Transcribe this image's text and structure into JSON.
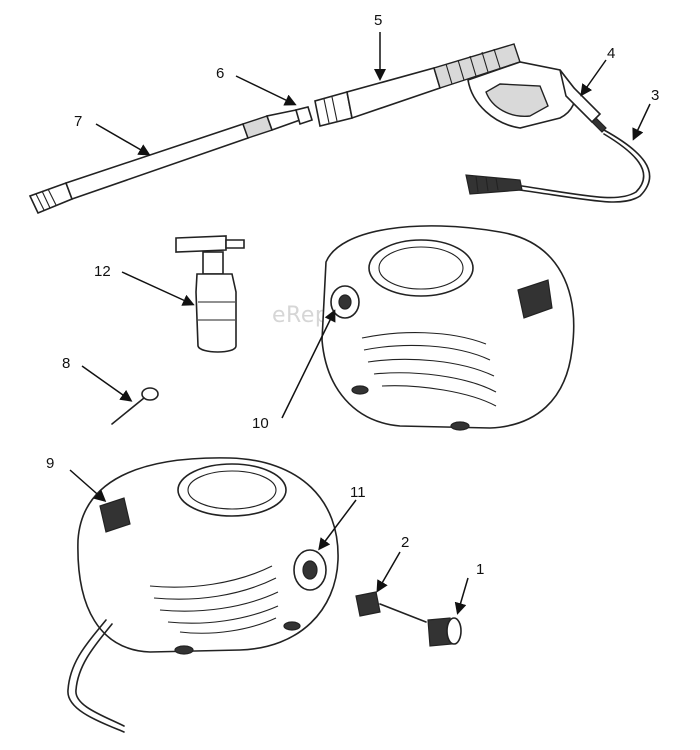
{
  "watermark": "eReplacementParts.com",
  "callouts": [
    "1",
    "2",
    "3",
    "4",
    "5",
    "6",
    "7",
    "8",
    "9",
    "10",
    "11",
    "12"
  ],
  "colors": {
    "line": "#222222",
    "watermark": "#d6d6d6",
    "background": "#ffffff"
  }
}
